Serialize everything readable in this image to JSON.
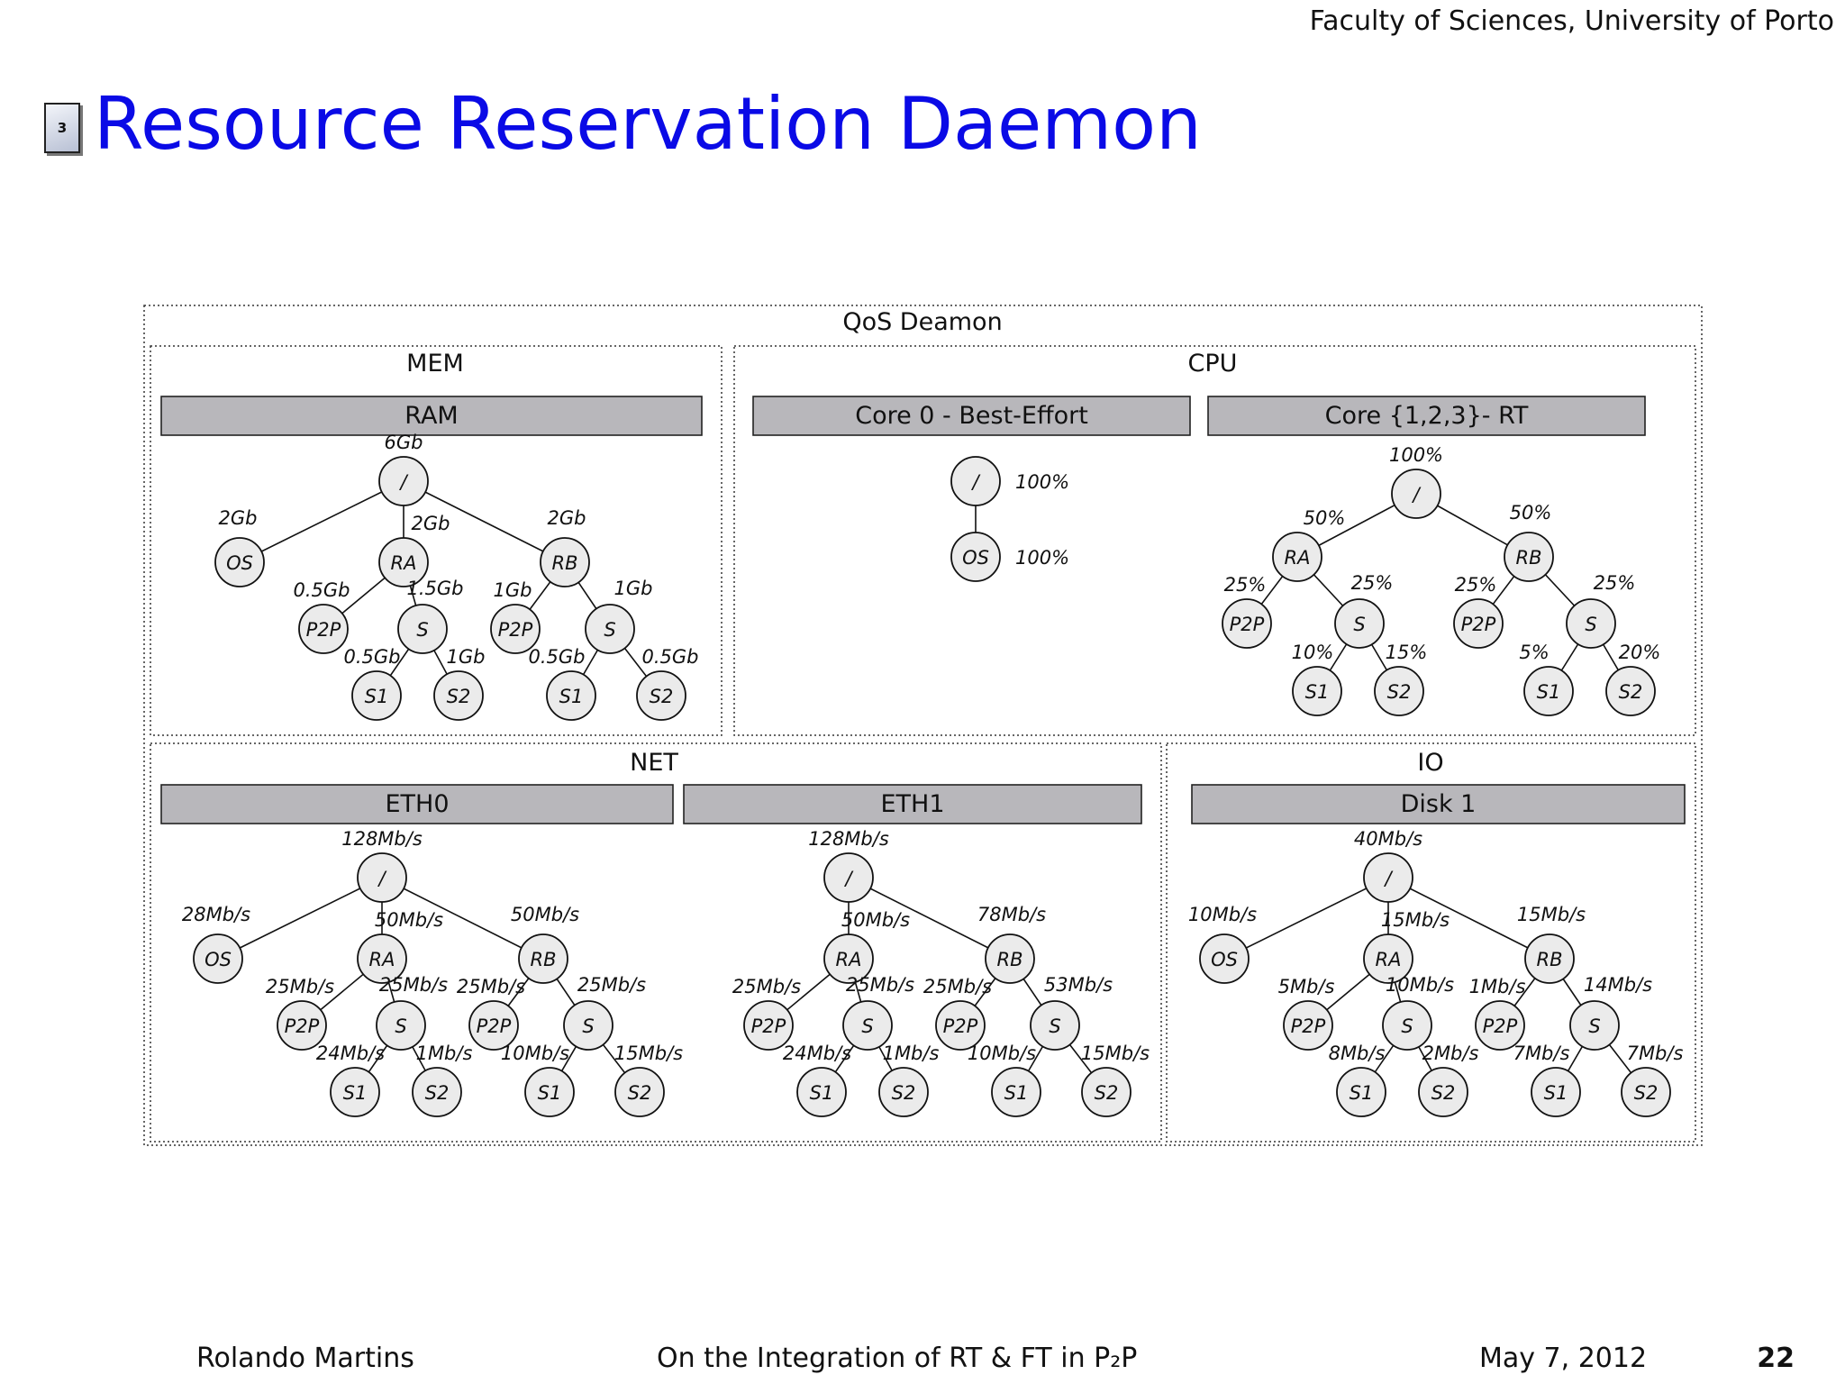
{
  "header": {
    "institution": "Faculty of Sciences, University of Porto"
  },
  "title": {
    "section_number": "3",
    "text": "Resource Reservation Daemon"
  },
  "diagram": {
    "title": "QoS Deamon",
    "sections": [
      {
        "id": "mem",
        "label": "MEM",
        "devices": [
          {
            "label": "RAM",
            "tree": {
              "nodes": {
                "root": "/",
                "os": "OS",
                "ra": "RA",
                "rb": "RB",
                "ra_p2p": "P2P",
                "ra_s": "S",
                "ra_s1": "S1",
                "ra_s2": "S2",
                "rb_p2p": "P2P",
                "rb_s": "S",
                "rb_s1": "S1",
                "rb_s2": "S2"
              },
              "values": {
                "root": "6Gb",
                "os": "2Gb",
                "ra": "2Gb",
                "rb": "2Gb",
                "ra_p2p": "0.5Gb",
                "ra_s": "1.5Gb",
                "ra_s1": "0.5Gb",
                "ra_s2": "1Gb",
                "rb_p2p": "1Gb",
                "rb_s": "1Gb",
                "rb_s1": "0.5Gb",
                "rb_s2": "0.5Gb"
              }
            }
          }
        ]
      },
      {
        "id": "cpu",
        "label": "CPU",
        "devices": [
          {
            "label": "Core 0 - Best-Effort",
            "tree": {
              "nodes": {
                "root": "/",
                "os": "OS"
              },
              "values": {
                "root": "100%",
                "os": "100%"
              }
            }
          },
          {
            "label": "Core {1,2,3}- RT",
            "tree": {
              "nodes": {
                "root": "/",
                "ra": "RA",
                "rb": "RB",
                "ra_p2p": "P2P",
                "ra_s": "S",
                "ra_s1": "S1",
                "ra_s2": "S2",
                "rb_p2p": "P2P",
                "rb_s": "S",
                "rb_s1": "S1",
                "rb_s2": "S2"
              },
              "values": {
                "root": "100%",
                "ra": "50%",
                "rb": "50%",
                "ra_p2p": "25%",
                "ra_s": "25%",
                "ra_s1": "10%",
                "ra_s2": "15%",
                "rb_p2p": "25%",
                "rb_s": "25%",
                "rb_s1": "5%",
                "rb_s2": "20%"
              }
            }
          }
        ]
      },
      {
        "id": "net",
        "label": "NET",
        "devices": [
          {
            "label": "ETH0",
            "tree": {
              "nodes": {
                "root": "/",
                "os": "OS",
                "ra": "RA",
                "rb": "RB",
                "ra_p2p": "P2P",
                "ra_s": "S",
                "ra_s1": "S1",
                "ra_s2": "S2",
                "rb_p2p": "P2P",
                "rb_s": "S",
                "rb_s1": "S1",
                "rb_s2": "S2"
              },
              "values": {
                "root": "128Mb/s",
                "os": "28Mb/s",
                "ra": "50Mb/s",
                "rb": "50Mb/s",
                "ra_p2p": "25Mb/s",
                "ra_s": "25Mb/s",
                "ra_s1": "24Mb/s",
                "ra_s2": "1Mb/s",
                "rb_p2p": "25Mb/s",
                "rb_s": "25Mb/s",
                "rb_s1": "10Mb/s",
                "rb_s2": "15Mb/s"
              }
            }
          },
          {
            "label": "ETH1",
            "tree": {
              "nodes": {
                "root": "/",
                "ra": "RA",
                "rb": "RB",
                "ra_p2p": "P2P",
                "ra_s": "S",
                "ra_s1": "S1",
                "ra_s2": "S2",
                "rb_p2p": "P2P",
                "rb_s": "S",
                "rb_s1": "S1",
                "rb_s2": "S2"
              },
              "values": {
                "root": "128Mb/s",
                "ra": "50Mb/s",
                "rb": "78Mb/s",
                "ra_p2p": "25Mb/s",
                "ra_s": "25Mb/s",
                "ra_s1": "24Mb/s",
                "ra_s2": "1Mb/s",
                "rb_p2p": "25Mb/s",
                "rb_s": "53Mb/s",
                "rb_s1": "10Mb/s",
                "rb_s2": "15Mb/s"
              }
            }
          }
        ]
      },
      {
        "id": "io",
        "label": "IO",
        "devices": [
          {
            "label": "Disk 1",
            "tree": {
              "nodes": {
                "root": "/",
                "os": "OS",
                "ra": "RA",
                "rb": "RB",
                "ra_p2p": "P2P",
                "ra_s": "S",
                "ra_s1": "S1",
                "ra_s2": "S2",
                "rb_p2p": "P2P",
                "rb_s": "S",
                "rb_s1": "S1",
                "rb_s2": "S2"
              },
              "values": {
                "root": "40Mb/s",
                "os": "10Mb/s",
                "ra": "15Mb/s",
                "rb": "15Mb/s",
                "ra_p2p": "5Mb/s",
                "ra_s": "10Mb/s",
                "ra_s1": "8Mb/s",
                "ra_s2": "2Mb/s",
                "rb_p2p": "1Mb/s",
                "rb_s": "14Mb/s",
                "rb_s1": "7Mb/s",
                "rb_s2": "7Mb/s"
              }
            }
          }
        ]
      }
    ]
  },
  "footer": {
    "author": "Rolando Martins",
    "talk_title": "On the Integration of RT & FT in P₂P",
    "date": "May 7, 2012",
    "page": "22"
  }
}
